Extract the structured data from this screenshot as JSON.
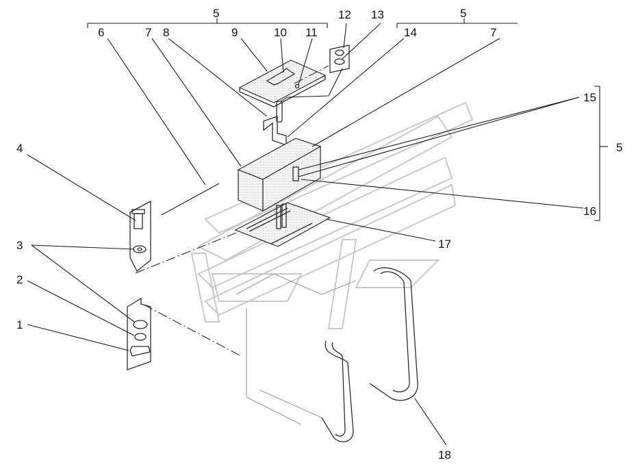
{
  "diagram": {
    "callouts": [
      {
        "id": "c5a",
        "text": "5"
      },
      {
        "id": "c5b",
        "text": "5"
      },
      {
        "id": "c5c",
        "text": "5"
      },
      {
        "id": "c6",
        "text": "6"
      },
      {
        "id": "c7a",
        "text": "7"
      },
      {
        "id": "c7b",
        "text": "7"
      },
      {
        "id": "c8",
        "text": "8"
      },
      {
        "id": "c9",
        "text": "9"
      },
      {
        "id": "c10",
        "text": "10"
      },
      {
        "id": "c11",
        "text": "11"
      },
      {
        "id": "c12",
        "text": "12"
      },
      {
        "id": "c13",
        "text": "13"
      },
      {
        "id": "c14",
        "text": "14"
      },
      {
        "id": "c15",
        "text": "15"
      },
      {
        "id": "c16",
        "text": "16"
      },
      {
        "id": "c17",
        "text": "17"
      },
      {
        "id": "c18",
        "text": "18"
      },
      {
        "id": "c4",
        "text": "4"
      },
      {
        "id": "c3",
        "text": "3"
      },
      {
        "id": "c2",
        "text": "2"
      },
      {
        "id": "c1",
        "text": "1"
      }
    ]
  }
}
